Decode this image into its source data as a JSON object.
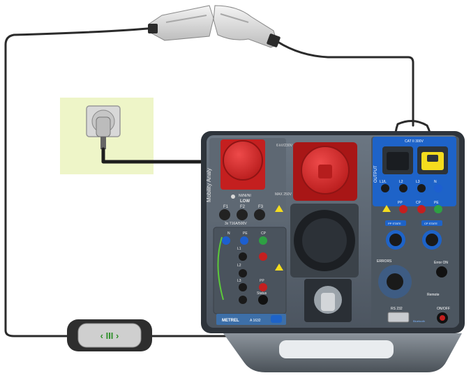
{
  "device": {
    "side_label": "Mobility Analy",
    "ratings_plug": "6 kV/230V 16 A/400V",
    "ratings_plug2": "MAX 250V",
    "nmi_label": "NI/NI/NI",
    "low_label": "LOW",
    "fuse_labels": [
      "F1",
      "F2",
      "F3"
    ],
    "fuse_rating": "3x T16A/500V",
    "output_label": "OUTPUT",
    "cat_label": "CAT II 300V",
    "phase_labels": [
      "L1/L",
      "L2",
      "L3"
    ],
    "n_label": "N",
    "pe_label": "PE",
    "pp_label": "PP",
    "cp_label": "CP",
    "knob_labels": [
      "PP STATE",
      "CP STATE"
    ],
    "errors_label": "ERRORS",
    "error_on_label": "Error ON",
    "remote_label": "Remote",
    "rs232_label": "RS 232",
    "bluetooth_label": "Bluetooth",
    "onoff_label": "ON/OFF",
    "brand": "METREL",
    "model": "A 1632",
    "left_panel_labels": [
      "N",
      "PE",
      "CP",
      "L1",
      "L2",
      "L3",
      "PP",
      "Status"
    ]
  },
  "evse_box": {
    "symbol": "‹ III ›"
  },
  "colors": {
    "cable": "#2b2b2b",
    "panel": "#5a6470",
    "panel_dark": "#3c434c",
    "red_socket": "#d22a2a",
    "blue_panel": "#1e63c8",
    "yellow": "#f4dc1e",
    "highlight_green": "#eef5c8",
    "led_green": "#5cc93a"
  }
}
